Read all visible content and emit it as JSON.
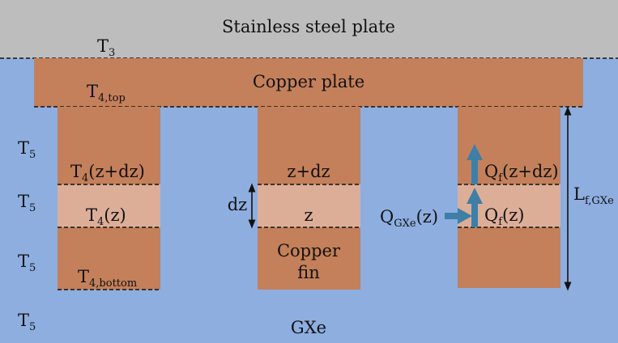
{
  "colors": {
    "steel": "#bdbdbd",
    "gxe": "#8eaee0",
    "copper": "#c4805a",
    "copper_light": "#dcae98",
    "arrow": "#3f7fa6",
    "line": "#111111"
  },
  "labels": {
    "steel_plate": "Stainless steel plate",
    "copper_plate": "Copper plate",
    "gxe": "GXe",
    "copper_fin_line1": "Copper",
    "copper_fin_line2": "fin",
    "z_plus_dz": "z+dz",
    "z": "z",
    "dz": "dz"
  },
  "temps": {
    "t3": {
      "base": "T",
      "sub": "3"
    },
    "t4_top": {
      "base": "T",
      "sub": "4,top"
    },
    "t4_z_dz": {
      "base": "T",
      "sub": "4",
      "suffix": "(z+dz)"
    },
    "t4_z": {
      "base": "T",
      "sub": "4",
      "suffix": "(z)"
    },
    "t4_bottom": {
      "base": "T",
      "sub": "4,bottom"
    },
    "t5": {
      "base": "T",
      "sub": "5"
    }
  },
  "heat": {
    "qf_z_dz": {
      "base": "Q",
      "sub": "f",
      "suffix": "(z+dz)"
    },
    "qf_z": {
      "base": "Q",
      "sub": "f",
      "suffix": "(z)"
    },
    "qgxe_z": {
      "base": "Q",
      "sub": "GXe",
      "suffix": "(z)"
    },
    "l_fgxe": {
      "base": "L",
      "sub": "f,GXe"
    }
  }
}
